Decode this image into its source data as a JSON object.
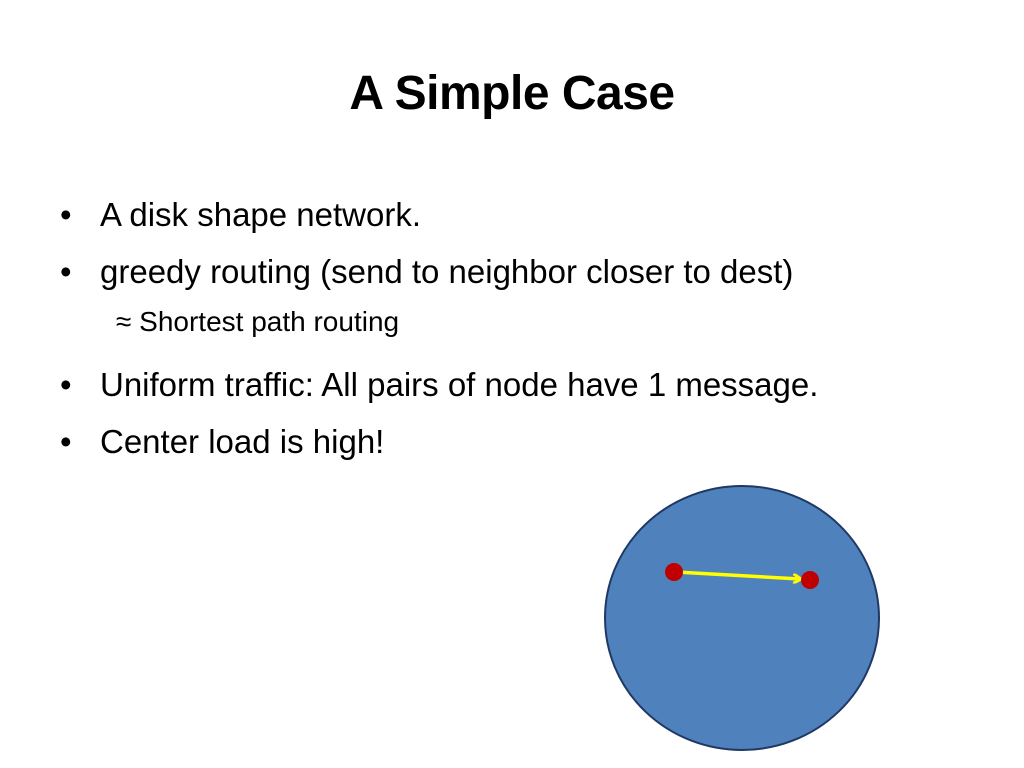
{
  "slide": {
    "title": "A Simple Case",
    "bullets": [
      {
        "marker": "•",
        "text": "A disk shape network."
      },
      {
        "marker": "•",
        "text": "greedy routing (send to neighbor closer to dest)"
      },
      {
        "marker": "",
        "text": "≈ Shortest path routing",
        "level": 2
      },
      {
        "marker": "•",
        "text": "Uniform traffic: All pairs of node have 1 message."
      },
      {
        "marker": "•",
        "text": "Center load is high!"
      }
    ]
  },
  "diagram": {
    "disk_color": "#4f81bd",
    "disk_stroke": "#1f3864",
    "node_color": "#c00000",
    "arrow_color": "#ffff00"
  }
}
